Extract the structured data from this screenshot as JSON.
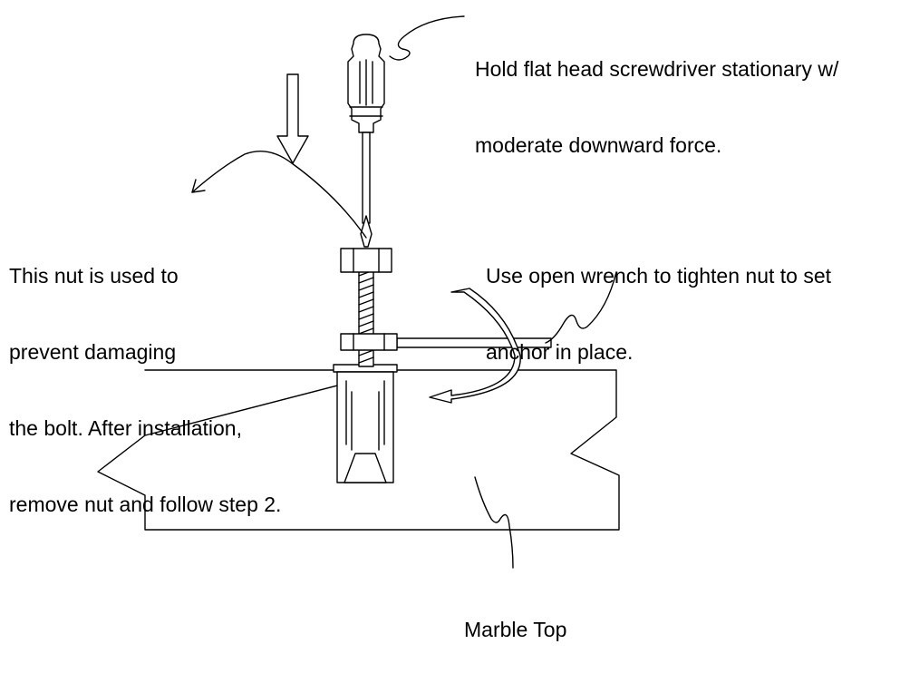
{
  "labels": {
    "screwdriver": [
      "Hold flat head screwdriver stationary w/",
      "moderate downward force."
    ],
    "nut": [
      "This nut is used to",
      "prevent damaging",
      "the bolt. After installation,",
      "remove nut and follow step 2."
    ],
    "wrench": [
      "Use open wrench to tighten nut to set",
      "anchor in place."
    ],
    "marble": [
      "Marble Top"
    ]
  },
  "colors": {
    "ink": "#000000",
    "paper": "#ffffff"
  }
}
